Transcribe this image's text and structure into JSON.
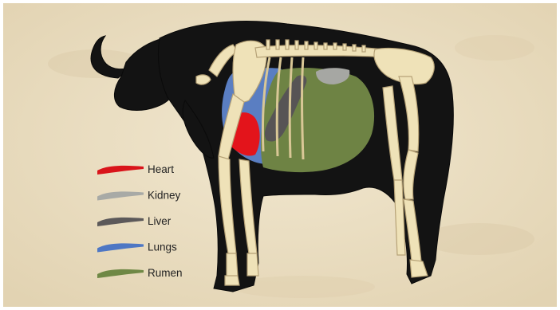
{
  "colors": {
    "parchment": "#ece1c7",
    "parchment_dark": "#ddceac",
    "silhouette": "#121212",
    "bone": "#efe2b8",
    "bone_stroke": "#b9a67a",
    "heart": "#e3141b",
    "kidney": "#a6a7a3",
    "liver": "#5a5758",
    "lungs": "#5a7ec2",
    "rumen": "#6e8344"
  },
  "legend": [
    {
      "id": "heart",
      "label": "Heart",
      "color": "#d9141a",
      "icon": "brush-stroke-icon"
    },
    {
      "id": "kidney",
      "label": "Kidney",
      "color": "#a8aaa6",
      "icon": "brush-stroke-icon"
    },
    {
      "id": "liver",
      "label": "Liver",
      "color": "#5c595a",
      "icon": "brush-stroke-icon"
    },
    {
      "id": "lungs",
      "label": "Lungs",
      "color": "#4e77c4",
      "icon": "brush-stroke-icon"
    },
    {
      "id": "rumen",
      "label": "Rumen",
      "color": "#6f8845",
      "icon": "brush-stroke-icon"
    }
  ]
}
